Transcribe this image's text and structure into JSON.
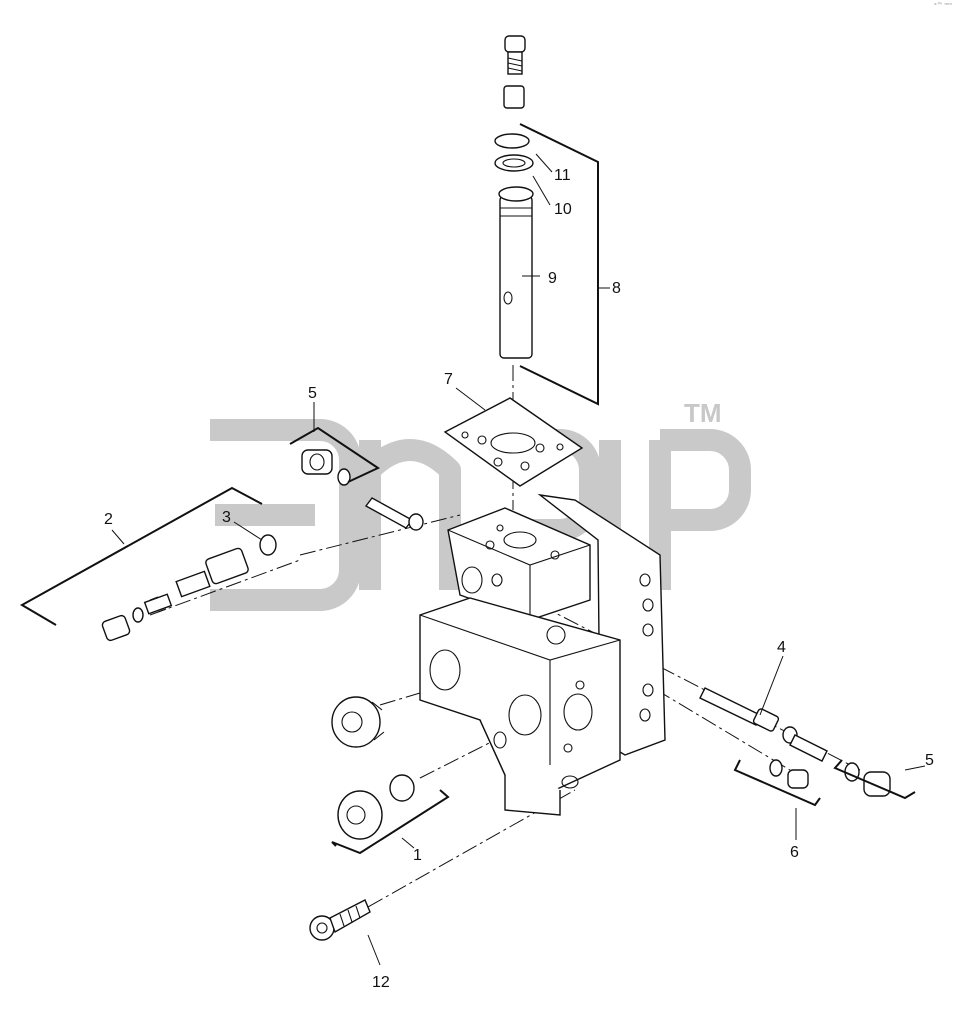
{
  "watermark": {
    "trademark": "TM"
  },
  "corner_mark": "ᵃ™ ᵐᵐ",
  "callouts": [
    {
      "id": "c1",
      "label": "1"
    },
    {
      "id": "c2",
      "label": "2"
    },
    {
      "id": "c3",
      "label": "3"
    },
    {
      "id": "c4",
      "label": "4"
    },
    {
      "id": "c5a",
      "label": "5"
    },
    {
      "id": "c5b",
      "label": "5"
    },
    {
      "id": "c6",
      "label": "6"
    },
    {
      "id": "c7",
      "label": "7"
    },
    {
      "id": "c8",
      "label": "8"
    },
    {
      "id": "c9",
      "label": "9"
    },
    {
      "id": "c10",
      "label": "10"
    },
    {
      "id": "c11",
      "label": "11"
    },
    {
      "id": "c12",
      "label": "12"
    }
  ],
  "colors": {
    "line": "#111111",
    "watermark": "#c9c9c9",
    "background": "#ffffff"
  }
}
